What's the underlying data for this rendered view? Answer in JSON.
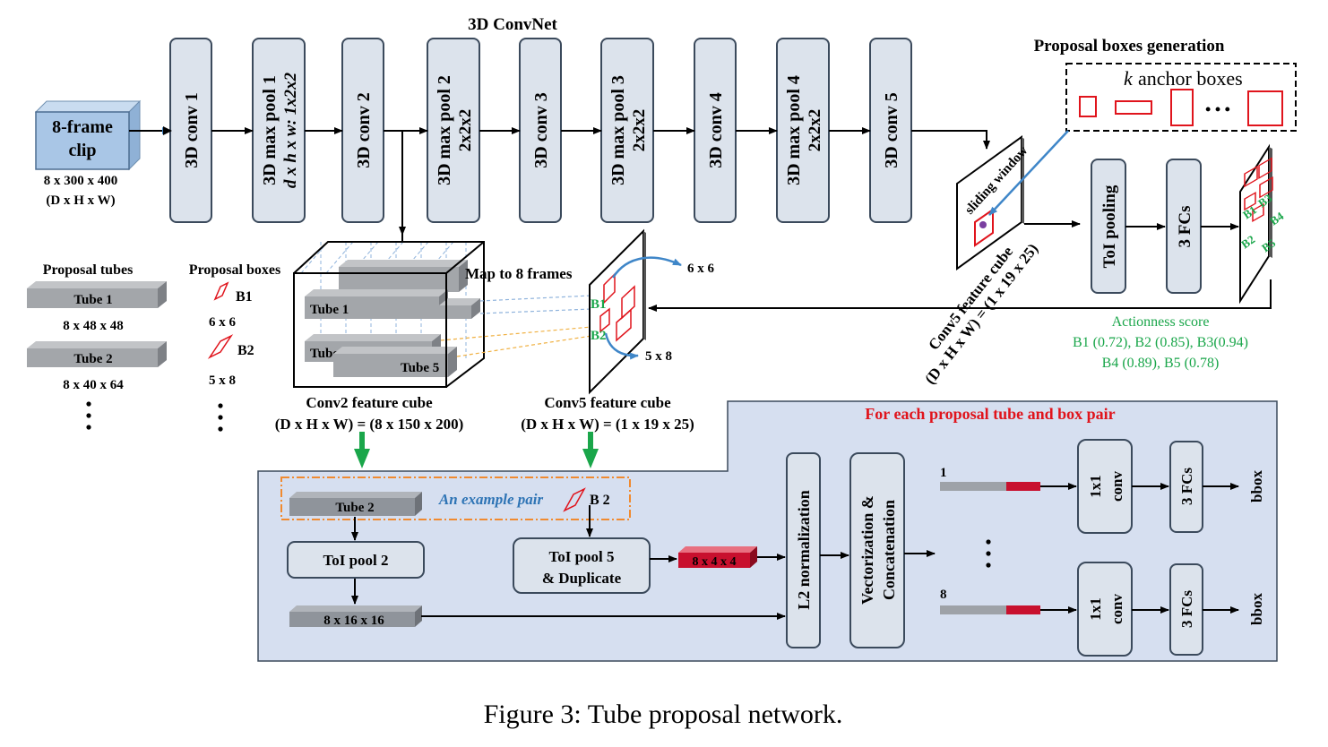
{
  "title": "3D ConvNet",
  "input": {
    "label_line1": "8-frame",
    "label_line2": "clip",
    "size": "8 x 300 x 400",
    "dims": "(D x H x W)"
  },
  "layers": [
    {
      "line1": "3D conv 1",
      "line2": ""
    },
    {
      "line1": "3D max pool 1",
      "line2": "d x h x w: 1x2x2"
    },
    {
      "line1": "3D conv 2",
      "line2": ""
    },
    {
      "line1": "3D max pool 2",
      "line2": "2x2x2"
    },
    {
      "line1": "3D conv 3",
      "line2": ""
    },
    {
      "line1": "3D max pool 3",
      "line2": "2x2x2"
    },
    {
      "line1": "3D conv 4",
      "line2": ""
    },
    {
      "line1": "3D max pool 4",
      "line2": "2x2x2"
    },
    {
      "line1": "3D conv 5",
      "line2": ""
    }
  ],
  "proposal_gen": {
    "title": "Proposal boxes generation",
    "anchor_k": "k",
    "anchor_text": "anchor boxes",
    "ellipsis": "• • •"
  },
  "conv5_right": {
    "sliding": "sliding window",
    "label": "Conv5 feature cube",
    "dims": "(D x H x W) = (1 x 19 x 25)"
  },
  "toi_pooling": "ToI pooling",
  "fcs": "3 FCs",
  "boxes": [
    "B1",
    "B2",
    "B3",
    "B4",
    "B5"
  ],
  "actionness": {
    "title": "Actionness score",
    "line1": "B1 (0.72), B2 (0.85), B3(0.94)",
    "line2": "B4 (0.89), B5 (0.78)"
  },
  "proposal_tubes": {
    "title": "Proposal tubes",
    "tube1": "Tube 1",
    "tube1_size": "8 x 48 x 48",
    "tube2": "Tube 2",
    "tube2_size": "8 x 40 x 64"
  },
  "proposal_boxes": {
    "title": "Proposal boxes",
    "b1": "B1",
    "b1_size": "6 x 6",
    "b2": "B2",
    "b2_size": "5 x 8"
  },
  "conv2_cube": {
    "tube1": "Tube 1",
    "tube2": "Tube 2",
    "tube5": "Tube 5",
    "label": "Conv2 feature cube",
    "dims": "(D x H x W) = (8 x 150 x 200)"
  },
  "conv5_mid": {
    "map": "Map to 8 frames",
    "size_a": "6 x 6",
    "size_b": "5 x 8",
    "b1": "B1",
    "b2": "B2",
    "label": "Conv5 feature cube",
    "dims": "(D x H x W) = (1 x 19 x 25)"
  },
  "panel": {
    "title": "For each proposal tube and box pair",
    "tube2": "Tube 2",
    "example": "An example pair",
    "b2": "B 2",
    "toi2": "ToI pool 2",
    "toi5_line1": "ToI pool 5",
    "toi5_line2": "& Duplicate",
    "size_a": "8 x 4 x 4",
    "size_b": "8 x 16 x 16",
    "l2": "L2 normalization",
    "vec_line1": "Vectorization &",
    "vec_line2": "Concatenation",
    "idx1": "1",
    "idx8": "8",
    "conv_line1": "1x1",
    "conv_line2": "conv",
    "fcs": "3 FCs",
    "bbox": "bbox"
  },
  "caption": "Figure 3: Tube proposal network.",
  "colors": {
    "box_fill": "#dce3ec",
    "box_stroke": "#3b4a5c",
    "panel_fill": "#d6dff0",
    "input_fill": "#a9c6e6",
    "red": "#e0141c",
    "green": "#1aa64a",
    "blue": "#3f86c8",
    "orange": "#f08a30",
    "gray": "#9ea2a8",
    "crimson": "#c8102e"
  }
}
